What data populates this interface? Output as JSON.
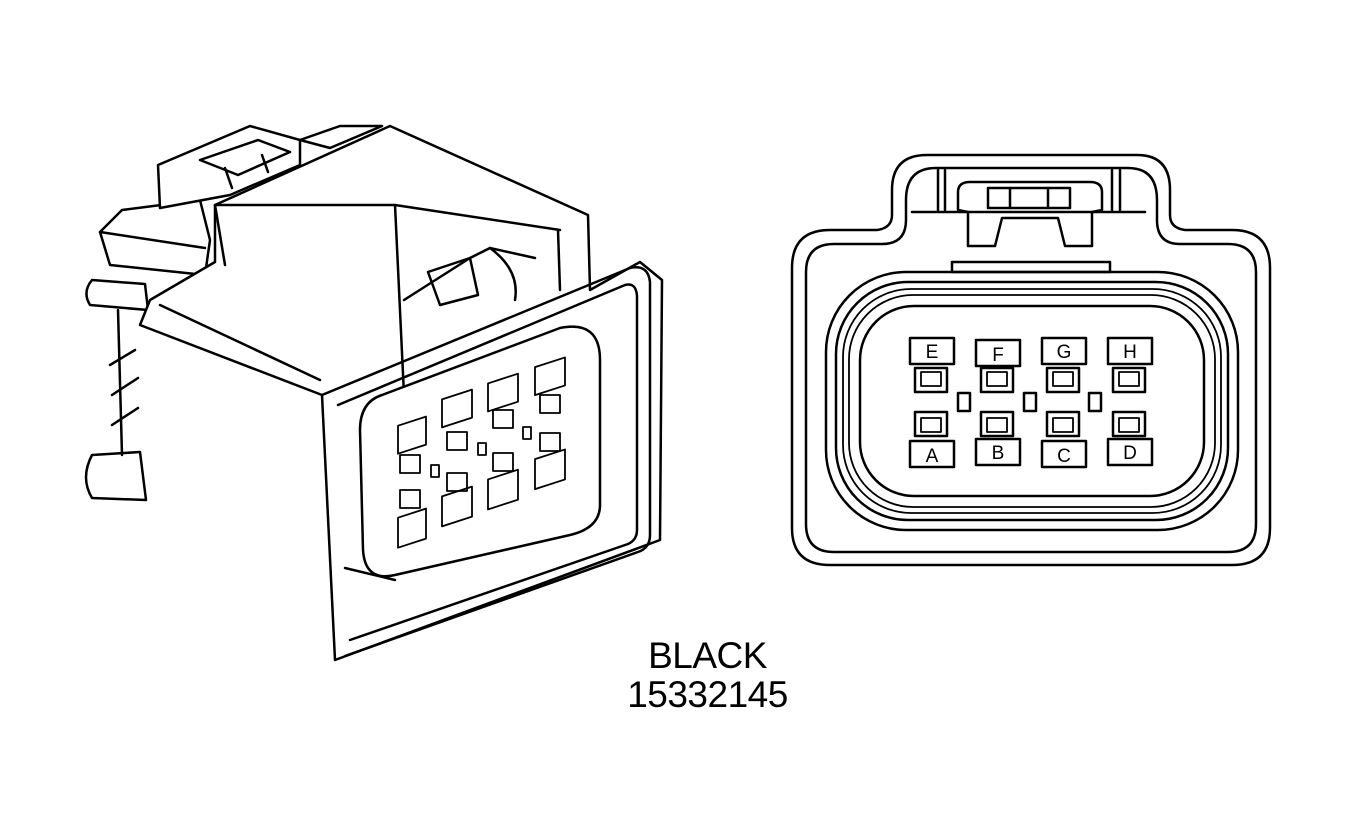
{
  "connector": {
    "color_label": "BLACK",
    "part_number": "15332145"
  },
  "face_view": {
    "top_row_pins": [
      "E",
      "F",
      "G",
      "H"
    ],
    "bottom_row_pins": [
      "A",
      "B",
      "C",
      "D"
    ]
  },
  "style": {
    "line_color": "#000000",
    "background": "#ffffff"
  }
}
